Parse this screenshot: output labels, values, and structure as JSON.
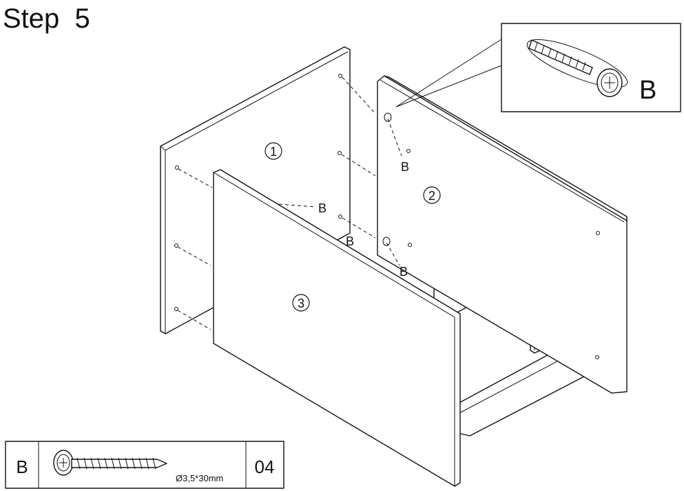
{
  "step_title": "Step  5",
  "parts": {
    "panel_1": "1",
    "panel_2": "2",
    "panel_3": "3"
  },
  "screw_label": "B",
  "callout": {
    "label": "B"
  },
  "hardware_table": {
    "letter": "B",
    "dimension": "Ø3,5*30mm",
    "quantity": "04"
  }
}
